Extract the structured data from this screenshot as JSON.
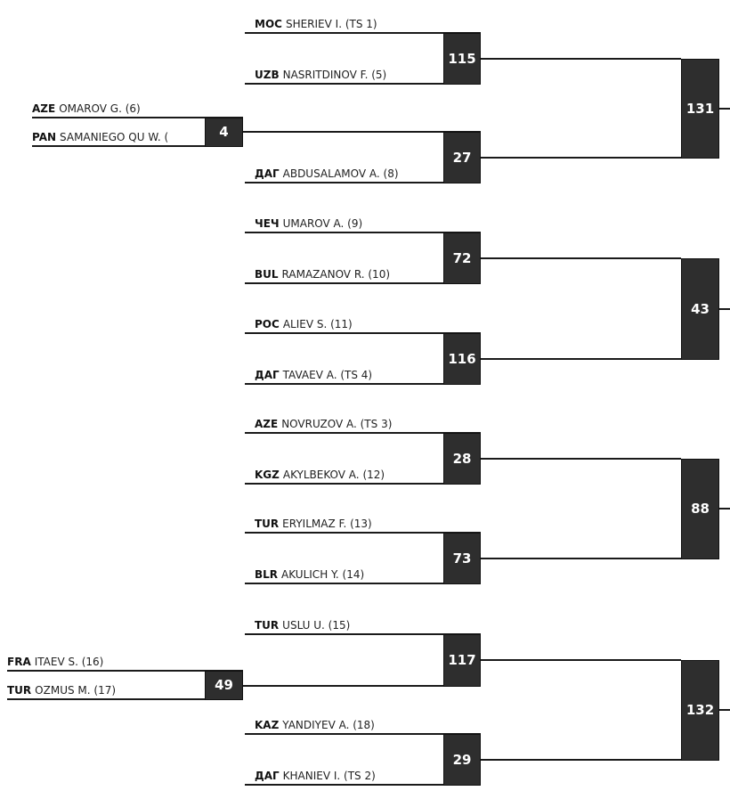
{
  "round1": [
    {
      "match": "4",
      "top": {
        "country": "AZE",
        "name": "OMAROV G. (6)"
      },
      "bottom": {
        "country": "PAN",
        "name": "SAMANIEGO QU W. ("
      }
    },
    {
      "match": "49",
      "top": {
        "country": "FRA",
        "name": "ITAEV S. (16)"
      },
      "bottom": {
        "country": "TUR",
        "name": "OZMUS M. (17)"
      }
    }
  ],
  "round2": [
    {
      "match": "115",
      "top": {
        "country": "МОС",
        "name": "SHERIEV I. (TS 1)"
      },
      "bottom": {
        "country": "UZB",
        "name": "NASRITDINOV F. (5)"
      }
    },
    {
      "match": "27",
      "top": null,
      "bottom": {
        "country": "ДАГ",
        "name": "ABDUSALAMOV A. (8)"
      }
    },
    {
      "match": "72",
      "top": {
        "country": "ЧЕЧ",
        "name": "UMAROV A. (9)"
      },
      "bottom": {
        "country": "BUL",
        "name": "RAMAZANOV R. (10)"
      }
    },
    {
      "match": "116",
      "top": {
        "country": "РОС",
        "name": "ALIEV S. (11)"
      },
      "bottom": {
        "country": "ДАГ",
        "name": "TAVAEV A. (TS 4)"
      }
    },
    {
      "match": "28",
      "top": {
        "country": "AZE",
        "name": "NOVRUZOV A. (TS 3)"
      },
      "bottom": {
        "country": "KGZ",
        "name": "AKYLBEKOV A. (12)"
      }
    },
    {
      "match": "73",
      "top": {
        "country": "TUR",
        "name": "ERYILMAZ F. (13)"
      },
      "bottom": {
        "country": "BLR",
        "name": "AKULICH Y. (14)"
      }
    },
    {
      "match": "117",
      "top": {
        "country": "TUR",
        "name": "USLU U. (15)"
      },
      "bottom": null
    },
    {
      "match": "29",
      "top": {
        "country": "KAZ",
        "name": "YANDIYEV A. (18)"
      },
      "bottom": {
        "country": "ДАГ",
        "name": "KHANIEV I. (TS 2)"
      }
    }
  ],
  "round3": [
    {
      "match": "131"
    },
    {
      "match": "43"
    },
    {
      "match": "88"
    },
    {
      "match": "132"
    }
  ]
}
